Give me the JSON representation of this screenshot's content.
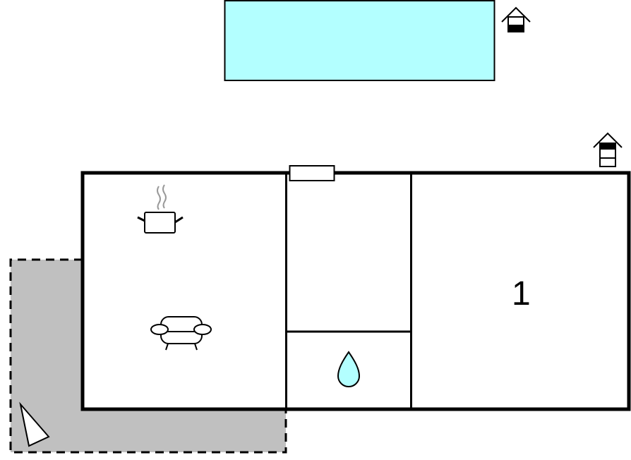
{
  "floorplan": {
    "colors": {
      "pool": "#b3ffff",
      "terrace": "#c0c0c0",
      "wall": "#000000",
      "water": "#b3ffff",
      "steam": "#999999"
    },
    "rooms": [
      {
        "id": "living-kitchen",
        "label": ""
      },
      {
        "id": "hall",
        "label": ""
      },
      {
        "id": "bathroom",
        "label": ""
      },
      {
        "id": "bedroom-1",
        "label": "1"
      }
    ],
    "icons": [
      "pool-area",
      "house-level-icon-top",
      "house-level-icon-side",
      "kitchen-pot-icon",
      "sofa-icon",
      "window-icon",
      "water-drop-icon",
      "compass-north-icon",
      "terrace-area"
    ]
  }
}
